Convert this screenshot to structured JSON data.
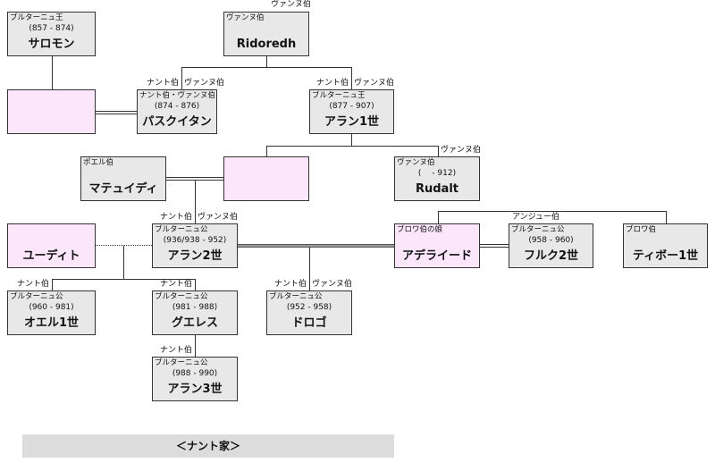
{
  "colors": {
    "person_fill": "#e8e8e8",
    "spouse_fill": "#fce6fc",
    "border": "#333333",
    "caption_fill": "#dcdcdc"
  },
  "people": {
    "salomon": {
      "title": "ブルターニュ王",
      "dates": "(857 - 874)",
      "name": "サロモン"
    },
    "ridoredh": {
      "above": "ヴァンヌ伯",
      "title": "ヴァンヌ伯",
      "name": "Ridoredh"
    },
    "pascweten": {
      "above_left": "ナント伯",
      "above_right": "ヴァンヌ伯",
      "title": "ナント伯・ヴァンヌ伯",
      "dates": "(874 - 876)",
      "name": "パスクイタン"
    },
    "alan1": {
      "above_left": "ナント伯",
      "above_right": "ヴァンヌ伯",
      "title": "ブルターニュ王",
      "dates": "(877 - 907)",
      "name": "アラン1世"
    },
    "matuedoi": {
      "title": "ポエル伯",
      "name": "マテュイディ"
    },
    "rudalt": {
      "above": "ヴァンヌ伯",
      "title": "ヴァンヌ伯",
      "dates": "(　 - 912)",
      "name": "Rudalt"
    },
    "judith": {
      "name": "ユーディト"
    },
    "alan2": {
      "above_left": "ナント伯",
      "above_right": "ヴァンヌ伯",
      "title": "ブルターニュ公",
      "dates": "(936/938 - 952)",
      "name": "アラン2世"
    },
    "adelaide": {
      "title": "ブロワ伯の娘",
      "name": "アデライード"
    },
    "fulk2": {
      "above": "アンジュー伯",
      "title": "ブルターニュ公",
      "dates": "(958 - 960)",
      "name": "フルク2世"
    },
    "thibaud1": {
      "title": "ブロワ伯",
      "name": "ティボー1世"
    },
    "hoel1": {
      "above": "ナント伯",
      "title": "ブルターニュ公",
      "dates": "(960 - 981)",
      "name": "オエル1世"
    },
    "guerech": {
      "above": "ナント伯",
      "title": "ブルターニュ公",
      "dates": "(981 - 988)",
      "name": "グエレス"
    },
    "drogo": {
      "above_left": "ナント伯",
      "above_right": "ヴァンヌ伯",
      "title": "ブルターニュ公",
      "dates": "(952 - 958)",
      "name": "ドロゴ"
    },
    "alan3": {
      "above": "ナント伯",
      "title": "ブルターニュ公",
      "dates": "(988 - 990)",
      "name": "アラン3世"
    }
  },
  "caption": "＜ナント家＞"
}
